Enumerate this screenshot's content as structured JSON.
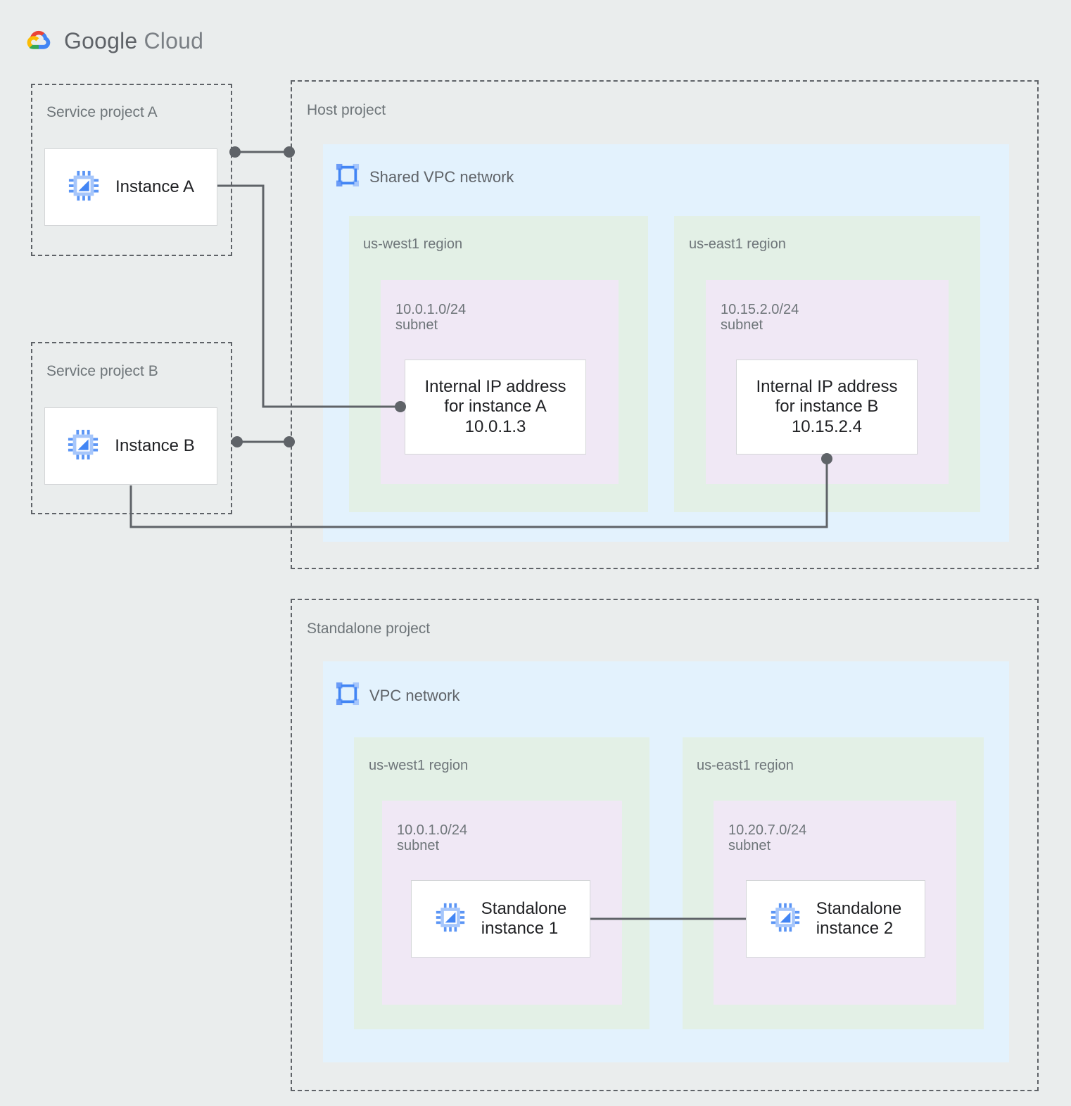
{
  "brand": {
    "word_google": "Google",
    "word_cloud": "Cloud",
    "logo_icon": "google-cloud-logo",
    "colors": {
      "red": "#ea4335",
      "yellow": "#fbbc04",
      "green": "#34a853",
      "blue": "#4285f4",
      "text": "#5f6368"
    }
  },
  "palette": {
    "page_background": "#eaeded",
    "project_border": "#5f6368",
    "vpc_fill": "#e3f2fd",
    "region_fill": "#e3f0e6",
    "subnet_fill": "#f0e8f5",
    "node_fill": "#ffffff",
    "node_border": "#d4d6d8",
    "wire": "#5f6368",
    "icon_blue": "#5b95f5",
    "icon_blue_light": "#a6c6fb",
    "label_text": "#6e7579",
    "node_text": "#202124"
  },
  "projects": {
    "service_a": {
      "label": "Service project A",
      "instance": {
        "name": "Instance A",
        "icon": "compute-instance-icon"
      }
    },
    "service_b": {
      "label": "Service project B",
      "instance": {
        "name": "Instance B",
        "icon": "compute-instance-icon"
      }
    },
    "host": {
      "label": "Host project",
      "network": {
        "title": "Shared VPC network",
        "icon": "vpc-network-icon",
        "regions": [
          {
            "label": "us-west1 region",
            "subnet": {
              "cidr": "10.0.1.0/24",
              "kind": "subnet",
              "label": "10.0.1.0/24\nsubnet",
              "node": {
                "line1": "Internal IP address",
                "line2": "for instance A",
                "line3": "10.0.1.3",
                "text": "Internal IP address\nfor instance A\n10.0.1.3"
              }
            }
          },
          {
            "label": "us-east1 region",
            "subnet": {
              "cidr": "10.15.2.0/24",
              "kind": "subnet",
              "label": "10.15.2.0/24\nsubnet",
              "node": {
                "line1": "Internal IP address",
                "line2": "for instance B",
                "line3": "10.15.2.4",
                "text": "Internal IP address\nfor instance B\n10.15.2.4"
              }
            }
          }
        ]
      }
    },
    "standalone": {
      "label": "Standalone project",
      "network": {
        "title": "VPC network",
        "icon": "vpc-network-icon",
        "regions": [
          {
            "label": "us-west1 region",
            "subnet": {
              "cidr": "10.0.1.0/24",
              "kind": "subnet",
              "label": "10.0.1.0/24\nsubnet",
              "node": {
                "name": "Standalone\ninstance 1",
                "icon": "compute-instance-icon"
              }
            }
          },
          {
            "label": "us-east1 region",
            "subnet": {
              "cidr": "10.20.7.0/24",
              "kind": "subnet",
              "label": "10.20.7.0/24\nsubnet",
              "node": {
                "name": "Standalone\ninstance 2",
                "icon": "compute-instance-icon"
              }
            }
          }
        ]
      }
    }
  },
  "connections": [
    {
      "id": "instance-a-to-host-boundary",
      "from": "Instance A",
      "to": "Host project boundary",
      "style": "dot-line-dot"
    },
    {
      "id": "instance-a-to-internal-ip-a",
      "from": "Instance A",
      "to": "Internal IP address for instance A",
      "style": "elbow-dot"
    },
    {
      "id": "instance-b-to-host-boundary",
      "from": "Instance B",
      "to": "Host project boundary",
      "style": "dot-line-dot"
    },
    {
      "id": "instance-b-to-internal-ip-b",
      "from": "Instance B",
      "to": "Internal IP address for instance B",
      "style": "elbow-dot"
    },
    {
      "id": "standalone-1-to-standalone-2",
      "from": "Standalone instance 1",
      "to": "Standalone instance 2",
      "style": "straight"
    }
  ]
}
